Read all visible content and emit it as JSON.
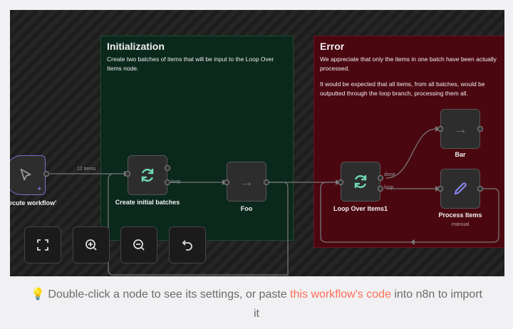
{
  "stickies": {
    "initialization": {
      "title": "Initialization",
      "text": "Create two batches of items that will be input to the Loop Over Items node."
    },
    "error": {
      "title": "Error",
      "text1": "We appreciate that only the items in one batch have been actually processed.",
      "text2": "It would be expected that all items, from all batches, would be outputted through the loop branch, processing them all."
    }
  },
  "nodes": {
    "trigger": {
      "label": "clicking 'Execute workflow'"
    },
    "create_batches": {
      "label": "Create initial batches",
      "output_loop": "loop"
    },
    "foo": {
      "label": "Foo"
    },
    "loop_over": {
      "label": "Loop Over Items1",
      "output_done": "done",
      "output_loop": "loop"
    },
    "bar": {
      "label": "Bar"
    },
    "process": {
      "label": "Process Items",
      "sublabel": "manual"
    }
  },
  "edges": {
    "trigger_to_batches": "12 items"
  },
  "controls": {
    "fit": "fit-view",
    "zoom_in": "zoom-in",
    "zoom_out": "zoom-out",
    "reset": "reset-zoom"
  },
  "caption": {
    "before": "Double-click a node to see its settings, or paste ",
    "link": "this workflow's code",
    "after": " into n8n to import it"
  },
  "colors": {
    "accent": "#ff6d5a",
    "loop_icon": "#6fd7b5",
    "pencil": "#8b8bf5",
    "trigger_border": "#7b6fd0"
  }
}
